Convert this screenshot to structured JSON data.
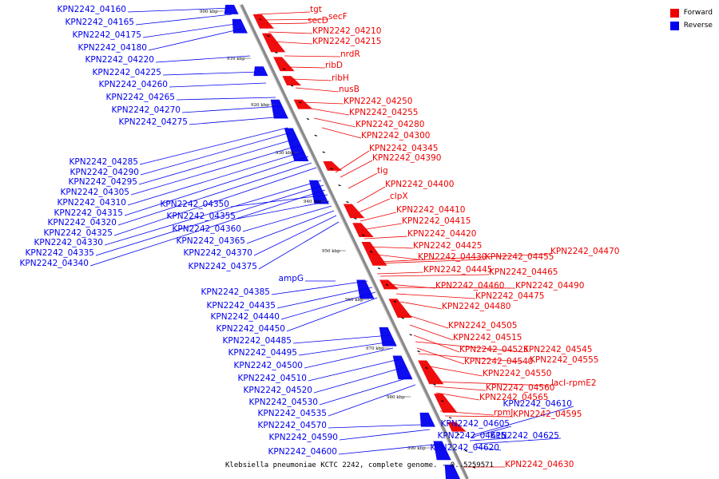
{
  "legend": [
    {
      "label": "Forward",
      "color": "#ee0000"
    },
    {
      "label": "Reverse",
      "color": "#0000ee"
    }
  ],
  "caption": "Klebsiella pneumoniae KCTC 2242, complete genome. - 0..5259571",
  "ticks": [
    "900 kbp",
    "910 kbp",
    "920 kbp",
    "930 kbp",
    "940 kbp",
    "950 kbp",
    "960 kbp",
    "970 kbp",
    "980 kbp",
    "990 kbp"
  ],
  "forward_genes": [
    "tgt",
    "secD",
    "secF",
    "KPN2242_04210",
    "KPN2242_04215",
    "nrdR",
    "ribD",
    "ribH",
    "nusB",
    "KPN2242_04250",
    "KPN2242_04255",
    "KPN2242_04280",
    "KPN2242_04300",
    "KPN2242_04345",
    "KPN2242_04390",
    "tig",
    "KPN2242_04400",
    "clpX",
    "KPN2242_04410",
    "KPN2242_04415",
    "KPN2242_04420",
    "KPN2242_04425",
    "KPN2242_04430",
    "KPN2242_04455",
    "KPN2242_04470",
    "KPN2242_04445",
    "KPN2242_04465",
    "KPN2242_04460",
    "KPN2242_04490",
    "KPN2242_04475",
    "KPN2242_04480",
    "KPN2242_04505",
    "KPN2242_04515",
    "KPN2242_04525",
    "KPN2242_04545",
    "KPN2242_04540",
    "KPN2242_04555",
    "KPN2242_04550",
    "lacI-rpmE2",
    "KPN2242_04560",
    "KPN2242_04565",
    "rpmJ",
    "KPN2242_04595",
    "KPN2242_04630"
  ],
  "reverse_genes": [
    "KPN2242_04160",
    "KPN2242_04165",
    "KPN2242_04175",
    "KPN2242_04180",
    "KPN2242_04220",
    "KPN2242_04225",
    "KPN2242_04260",
    "KPN2242_04265",
    "KPN2242_04270",
    "KPN2242_04275",
    "KPN2242_04285",
    "KPN2242_04290",
    "KPN2242_04295",
    "KPN2242_04305",
    "KPN2242_04310",
    "KPN2242_04315",
    "KPN2242_04320",
    "KPN2242_04325",
    "KPN2242_04330",
    "KPN2242_04335",
    "KPN2242_04340",
    "KPN2242_04350",
    "KPN2242_04355",
    "KPN2242_04360",
    "KPN2242_04365",
    "KPN2242_04370",
    "KPN2242_04375",
    "ampG",
    "KPN2242_04385",
    "KPN2242_04435",
    "KPN2242_04440",
    "KPN2242_04450",
    "KPN2242_04485",
    "KPN2242_04495",
    "KPN2242_04500",
    "KPN2242_04510",
    "KPN2242_04520",
    "KPN2242_04530",
    "KPN2242_04535",
    "KPN2242_04570",
    "KPN2242_04590",
    "KPN2242_04600",
    "KPN2242_04610",
    "KPN2242_04605",
    "KPN2242_04615",
    "KPN2242_04625",
    "KPN2242_04620"
  ]
}
